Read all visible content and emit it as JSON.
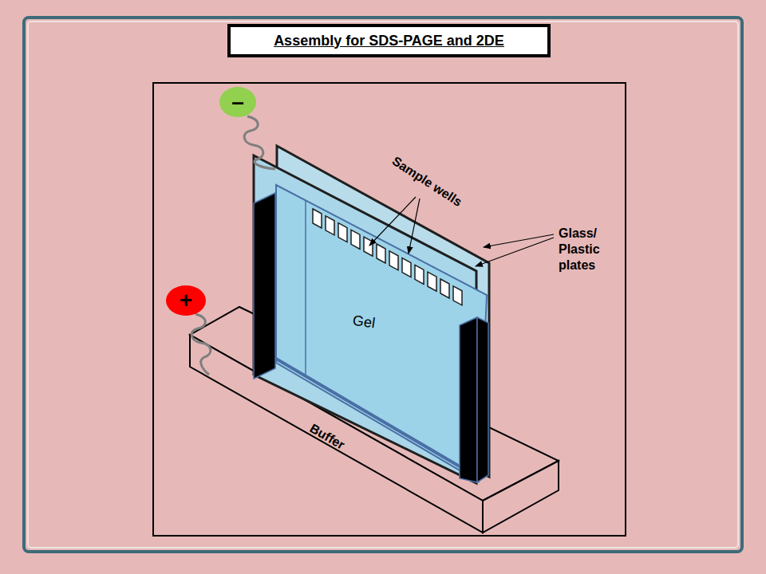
{
  "diagram": {
    "title": "Assembly for SDS-PAGE and 2DE",
    "nodes": [
      {
        "text": [
          "–"
        ]
      },
      {
        "text": [
          "+"
        ]
      }
    ],
    "labels": [
      "Sample wells",
      "Glass/ Plastic plates",
      "Gel",
      "Buffer"
    ]
  }
}
